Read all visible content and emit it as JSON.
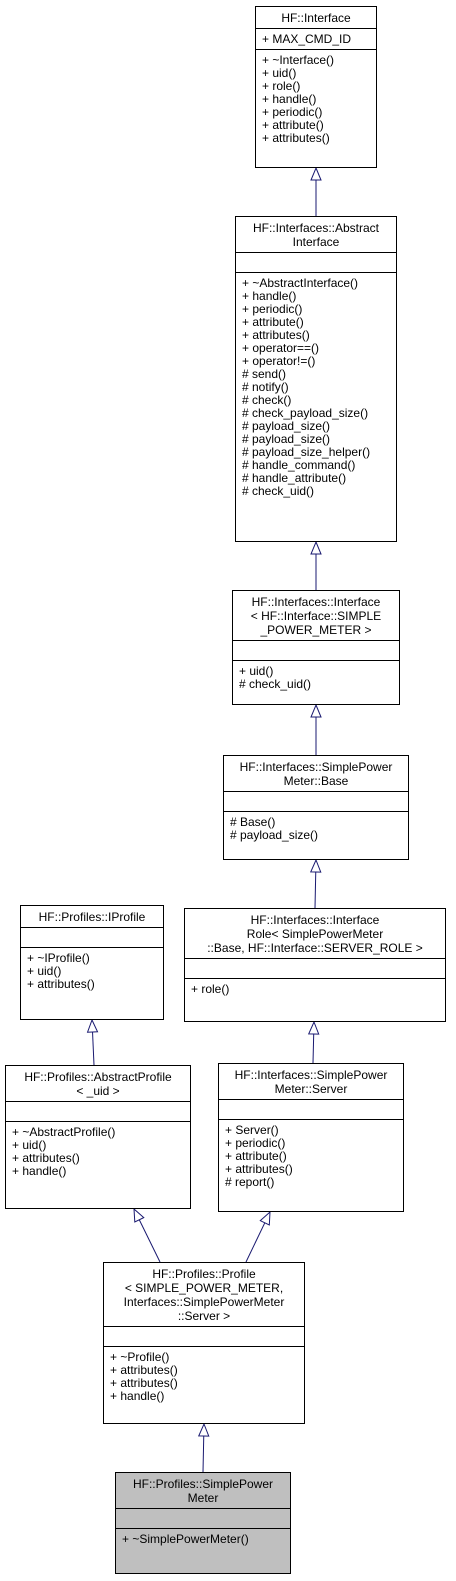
{
  "nodes": [
    {
      "id": "hf-interface",
      "title": [
        "HF::Interface"
      ],
      "attributes": [
        "+ MAX_CMD_ID"
      ],
      "operations": [
        "+ ~Interface()",
        "+ uid()",
        "+ role()",
        "+ handle()",
        "+ periodic()",
        "+ attribute()",
        "+ attributes()"
      ]
    },
    {
      "id": "abstract-interface",
      "title": [
        "HF::Interfaces::Abstract",
        "Interface"
      ],
      "attributes": [],
      "operations": [
        "+ ~AbstractInterface()",
        "+ handle()",
        "+ periodic()",
        "+ attribute()",
        "+ attributes()",
        "+ operator==()",
        "+ operator!=()",
        "# send()",
        "# notify()",
        "# check()",
        "# check_payload_size()",
        "# payload_size()",
        "# payload_size()",
        "# payload_size_helper()",
        "# handle_command()",
        "# handle_attribute()",
        "# check_uid()"
      ]
    },
    {
      "id": "interfaces-interface",
      "title": [
        "HF::Interfaces::Interface",
        "< HF::Interface::SIMPLE",
        "_POWER_METER >"
      ],
      "attributes": [],
      "operations": [
        "+ uid()",
        "# check_uid()"
      ]
    },
    {
      "id": "spm-base",
      "title": [
        "HF::Interfaces::SimplePower",
        "Meter::Base"
      ],
      "attributes": [],
      "operations": [
        "# Base()",
        "# payload_size()"
      ]
    },
    {
      "id": "iprofile",
      "title": [
        "HF::Profiles::IProfile"
      ],
      "attributes": [],
      "operations": [
        "+ ~IProfile()",
        "+ uid()",
        "+ attributes()"
      ]
    },
    {
      "id": "interface-role",
      "title": [
        "HF::Interfaces::Interface",
        "Role< SimplePowerMeter",
        "::Base, HF::Interface::SERVER_ROLE >"
      ],
      "attributes": [],
      "operations": [
        "+ role()"
      ]
    },
    {
      "id": "abstract-profile",
      "title": [
        "HF::Profiles::AbstractProfile",
        "< _uid >"
      ],
      "attributes": [],
      "operations": [
        "+ ~AbstractProfile()",
        "+ uid()",
        "+ attributes()",
        "+ handle()"
      ]
    },
    {
      "id": "spm-server",
      "title": [
        "HF::Interfaces::SimplePower",
        "Meter::Server"
      ],
      "attributes": [],
      "operations": [
        "+ Server()",
        "+ periodic()",
        "+ attribute()",
        "+ attributes()",
        "# report()"
      ]
    },
    {
      "id": "profile",
      "title": [
        "HF::Profiles::Profile",
        "< SIMPLE_POWER_METER,",
        "Interfaces::SimplePowerMeter",
        "::Server >"
      ],
      "attributes": [],
      "operations": [
        "+ ~Profile()",
        "+ attributes()",
        "+ attributes()",
        "+ handle()"
      ]
    },
    {
      "id": "simple-power-meter",
      "title": [
        "HF::Profiles::SimplePower",
        "Meter"
      ],
      "attributes": [],
      "operations": [
        "+ ~SimplePowerMeter()"
      ],
      "highlight": true
    }
  ],
  "edges": [
    {
      "from": "abstract-interface",
      "to": "hf-interface"
    },
    {
      "from": "interfaces-interface",
      "to": "abstract-interface"
    },
    {
      "from": "spm-base",
      "to": "interfaces-interface"
    },
    {
      "from": "interface-role",
      "to": "spm-base"
    },
    {
      "from": "abstract-profile",
      "to": "iprofile"
    },
    {
      "from": "spm-server",
      "to": "interface-role"
    },
    {
      "from": "profile",
      "to": "abstract-profile"
    },
    {
      "from": "profile",
      "to": "spm-server"
    },
    {
      "from": "simple-power-meter",
      "to": "profile"
    }
  ],
  "colors": {
    "edge": "#191970",
    "highlight_fill": "#bfbfbf",
    "border": "#000000"
  }
}
